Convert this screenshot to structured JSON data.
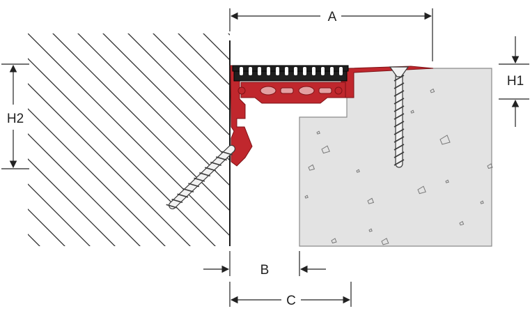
{
  "dimensions": {
    "A": "A",
    "B": "B",
    "C": "C",
    "H1": "H1",
    "H2": "H2"
  },
  "colors": {
    "profile_red": "#c0272d",
    "profile_red_dark": "#7d1216",
    "insert_black": "#1f1f1f",
    "concrete_fill": "#e3e3e3",
    "concrete_edge": "#8a8a8a",
    "hatch_line": "#2b2b2b",
    "screw_fill": "#f2f2f2",
    "screw_outline": "#3a3a3a",
    "dimension_line": "#222222"
  },
  "parts": {
    "wall": "hatched-wall",
    "slab": "concrete-slab",
    "profile": "expansion-joint-profile",
    "insert": "rubber-insert",
    "screws": [
      "wall-anchor-screw",
      "slab-anchor-screw"
    ]
  }
}
